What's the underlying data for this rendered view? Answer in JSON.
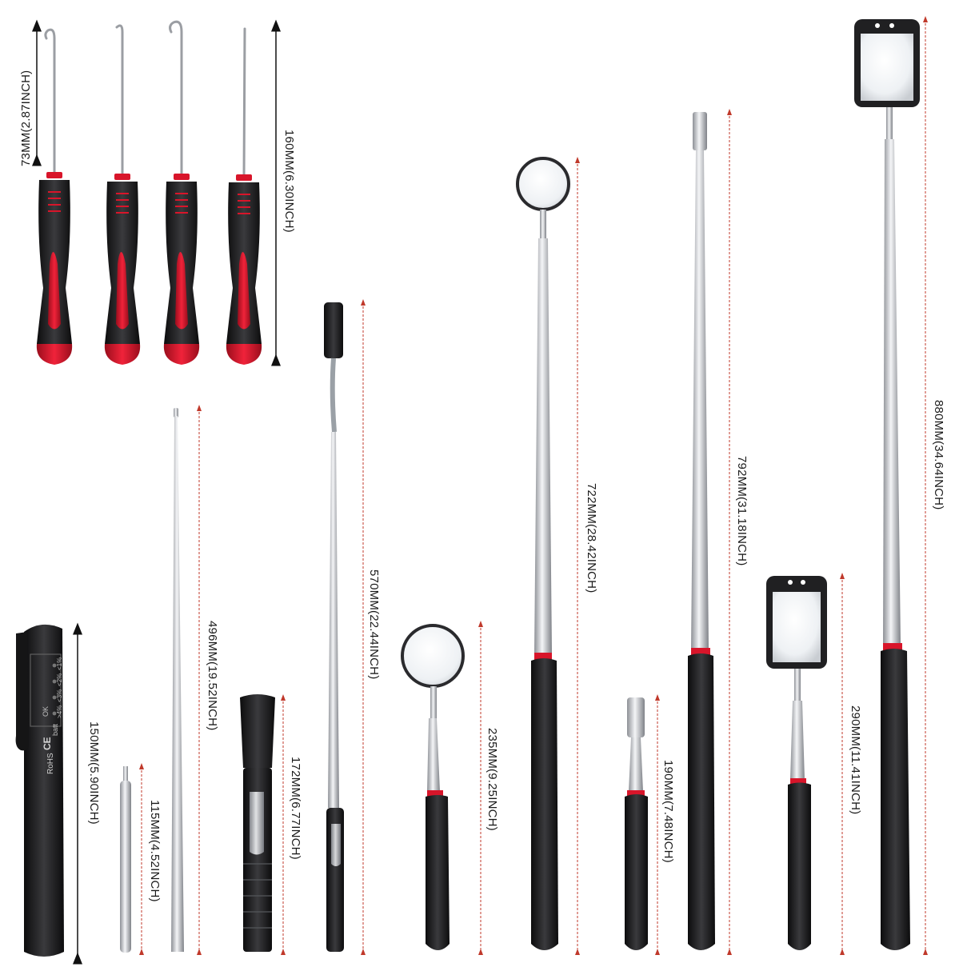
{
  "image": {
    "description_labels": {
      "pick_hook_length": "73MM(2.87INCH)",
      "pick_total_length": "160MM(6.30INCH)",
      "tester_length": "150MM(5.90INCH)",
      "small_pen_magnet": "115MM(4.52INCH)",
      "long_thin_pickup": "496MM(19.52INCH)",
      "flashlight": "172MM(6.77INCH)",
      "flexible_pickup_light": "570MM(22.44INCH)",
      "small_round_mirror": "235MM(9.25INCH)",
      "long_round_mirror": "722MM(28.42INCH)",
      "small_magnet_pickup": "190MM(7.48INCH)",
      "long_magnet_pickup": "792MM(31.18INCH)",
      "small_led_mirror": "290MM(11.41INCH)",
      "long_led_mirror": "880MM(34.64INCH)"
    },
    "tester_text": {
      "brand_mark": "RoHS",
      "ce_mark": "CE",
      "scale": [
        "<1%",
        "<2%",
        "<3%",
        ">4%"
      ],
      "ok_label": "OK",
      "batt_label": "batt"
    }
  },
  "colors": {
    "handle_black": "#1c1c1e",
    "handle_red": "#d8152a",
    "steel": "#c9cbcf",
    "steel_dark": "#8d9096",
    "dim_red": "#c0392b",
    "dim_black": "#111111",
    "mirror_frame": "#202022"
  }
}
